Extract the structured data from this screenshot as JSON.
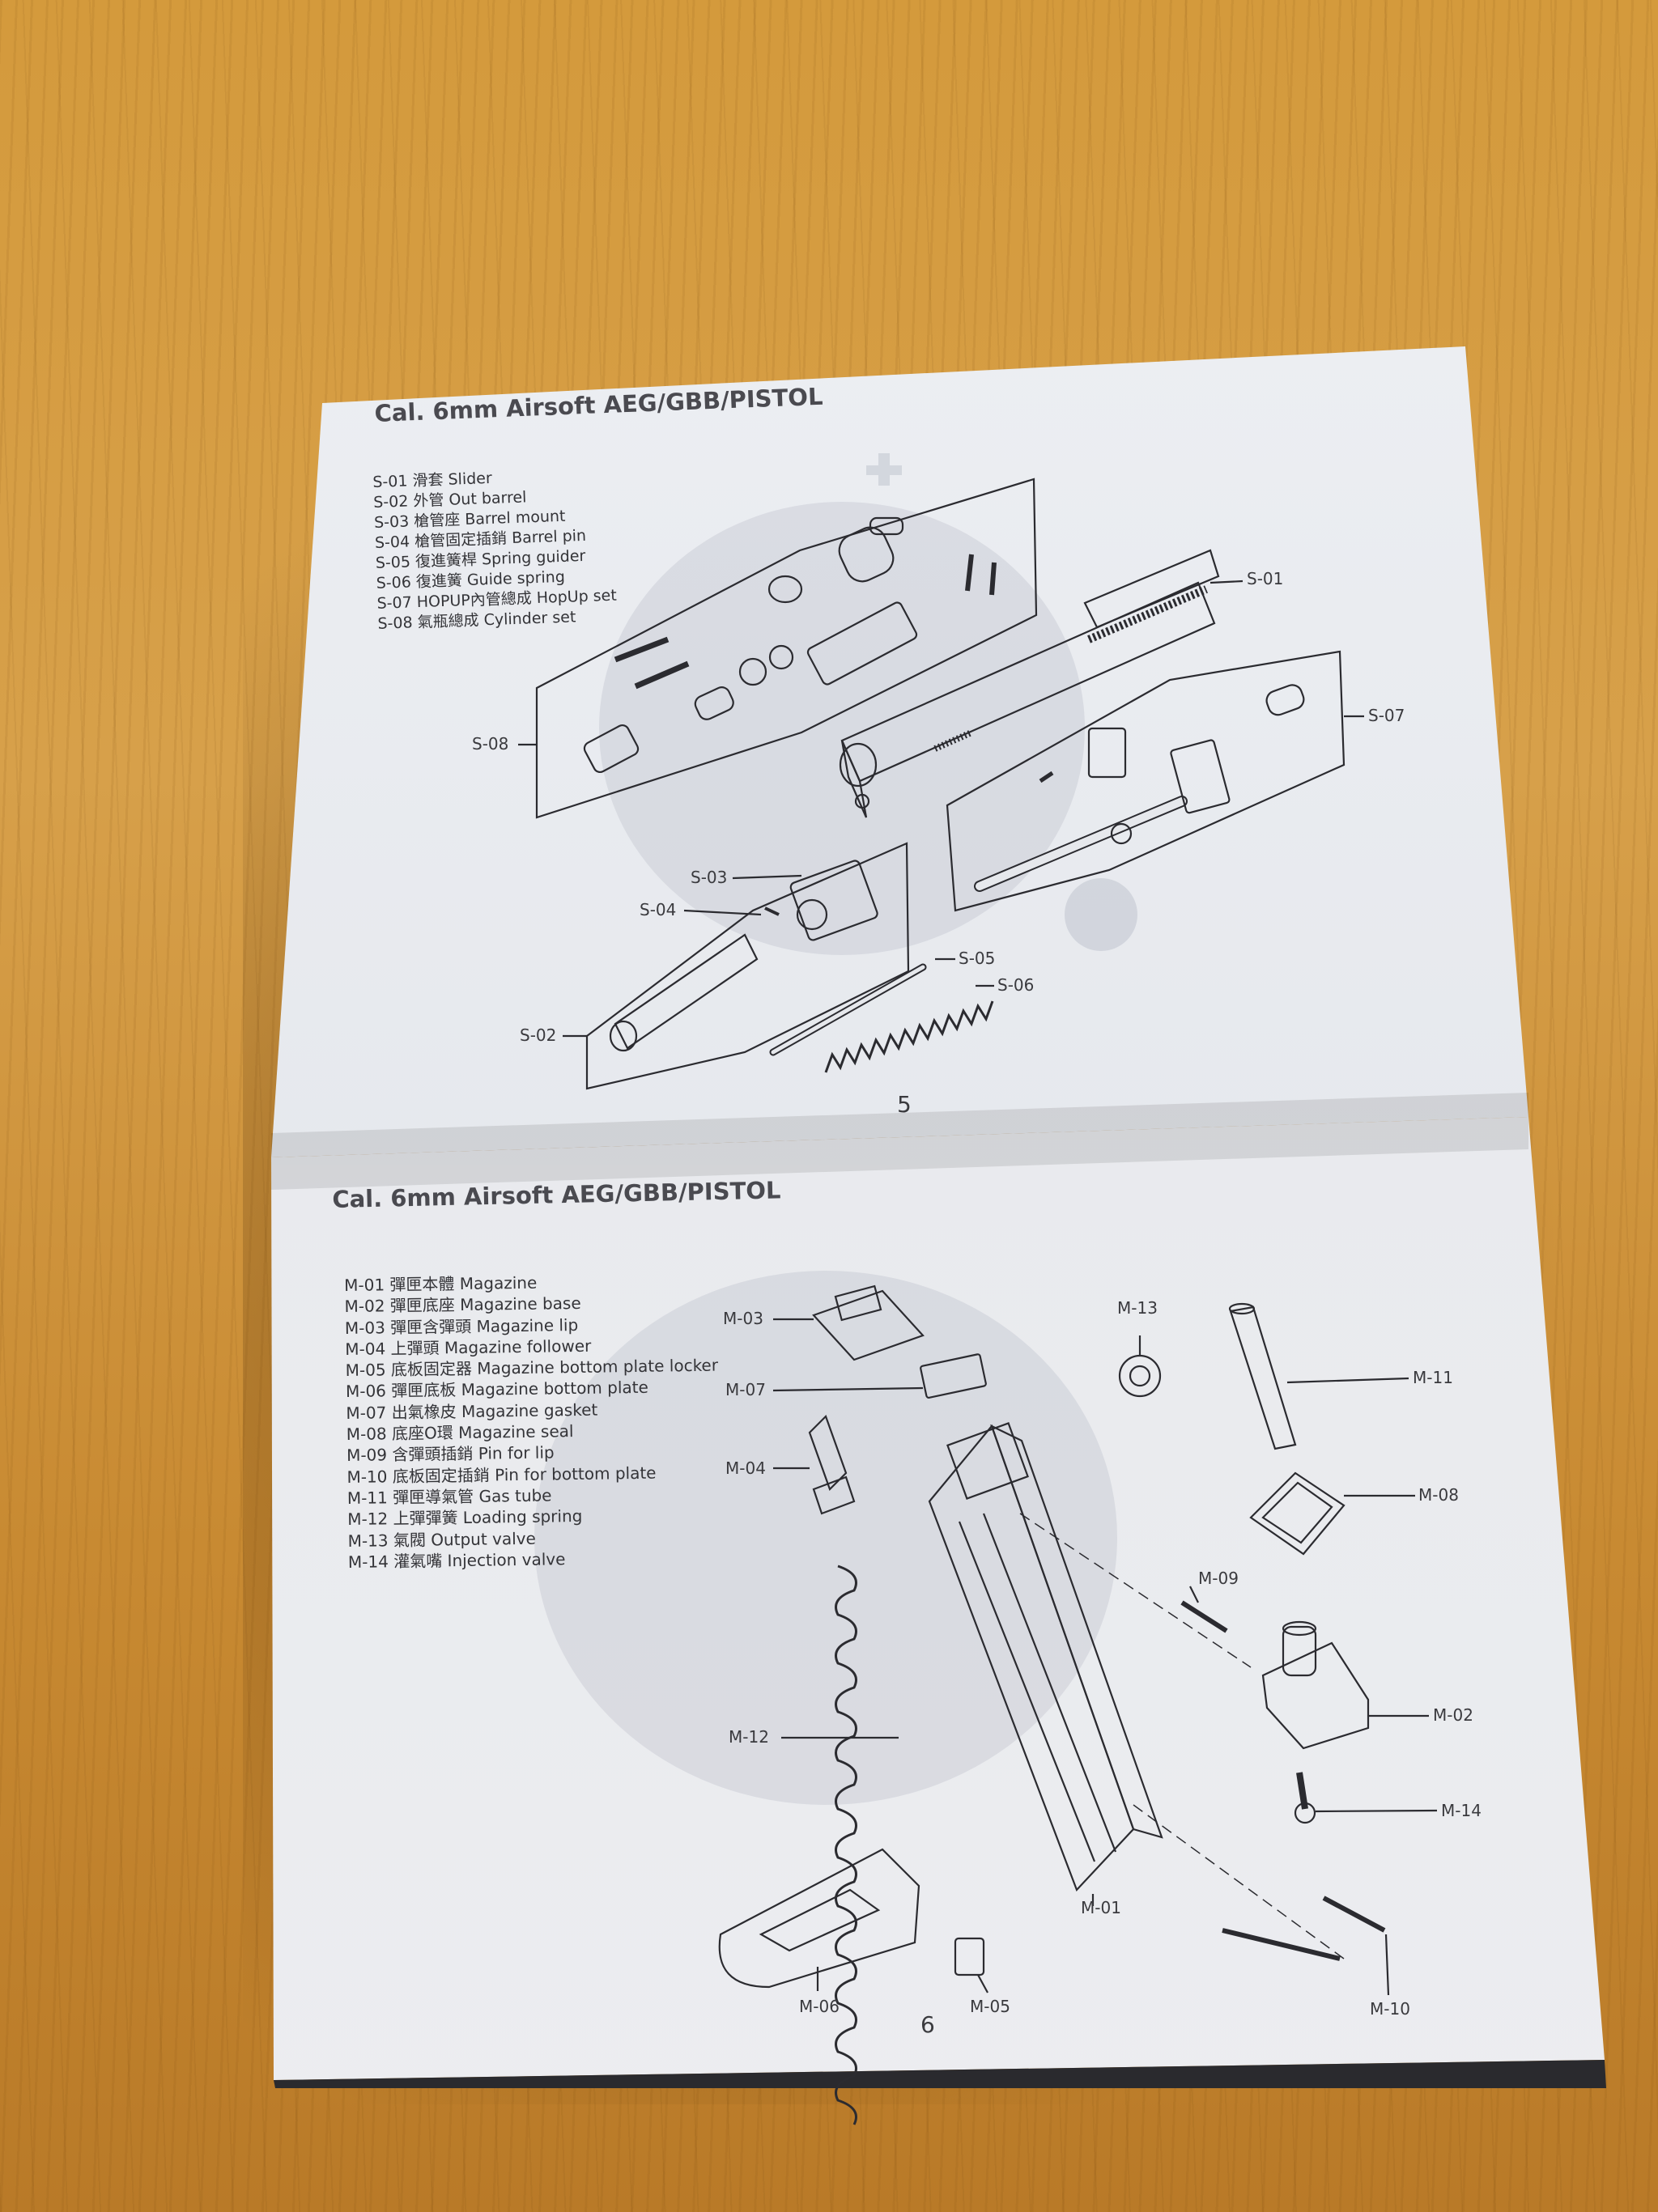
{
  "top_page": {
    "heading": "Cal. 6mm Airsoft AEG/GBB/PISTOL",
    "legend": [
      "S-01 滑套 Slider",
      "S-02 外管 Out barrel",
      "S-03 槍管座 Barrel mount",
      "S-04 槍管固定插銷 Barrel pin",
      "S-05 復進簧桿 Spring guider",
      "S-06 復進簧 Guide spring",
      "S-07 HOPUP內管總成 HopUp set",
      "S-08 氣瓶總成 Cylinder set"
    ],
    "callouts": [
      "S-01",
      "S-07",
      "S-08",
      "S-03",
      "S-04",
      "S-05",
      "S-06",
      "S-02"
    ],
    "page_number": "5"
  },
  "bottom_page": {
    "heading": "Cal. 6mm Airsoft AEG/GBB/PISTOL",
    "legend": [
      "M-01 彈匣本體 Magazine",
      "M-02 彈匣底座 Magazine base",
      "M-03 彈匣含彈頭 Magazine lip",
      "M-04 上彈頭 Magazine follower",
      "M-05 底板固定器 Magazine bottom plate locker",
      "M-06 彈匣底板 Magazine bottom plate",
      "M-07 出氣橡皮 Magazine gasket",
      "M-08 底座O環 Magazine seal",
      "M-09 含彈頭插銷 Pin for lip",
      "M-10 底板固定插銷 Pin for bottom plate",
      "M-11 彈匣導氣管 Gas tube",
      "M-12 上彈彈簧 Loading spring",
      "M-13 氣閥 Output valve",
      "M-14 灌氣嘴 Injection valve"
    ],
    "callouts": [
      "M-03",
      "M-13",
      "M-11",
      "M-07",
      "M-04",
      "M-08",
      "M-09",
      "M-12",
      "M-02",
      "M-14",
      "M-01",
      "M-06",
      "M-05",
      "M-10"
    ],
    "page_number": "6"
  }
}
